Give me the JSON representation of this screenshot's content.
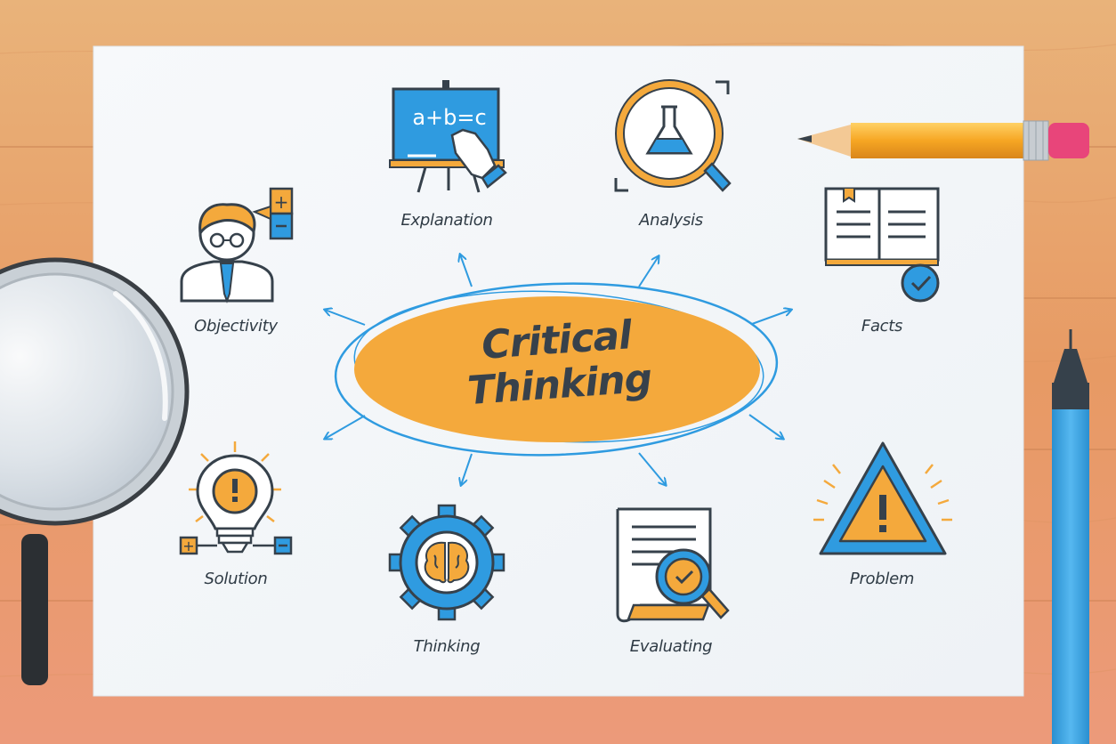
{
  "diagram": {
    "center": {
      "line1": "Critical",
      "line2": "Thinking"
    },
    "nodes": [
      {
        "key": "explanation",
        "label": "Explanation"
      },
      {
        "key": "analysis",
        "label": "Analysis"
      },
      {
        "key": "objectivity",
        "label": "Objectivity"
      },
      {
        "key": "facts",
        "label": "Facts"
      },
      {
        "key": "solution",
        "label": "Solution"
      },
      {
        "key": "problem",
        "label": "Problem"
      },
      {
        "key": "thinking",
        "label": "Thinking"
      },
      {
        "key": "evaluating",
        "label": "Evaluating"
      }
    ],
    "board_text": "a+b=c"
  },
  "colors": {
    "accent_orange": "#f4a93c",
    "accent_blue": "#2f9be0",
    "outline": "#36414b",
    "paper": "#f4f7fa",
    "wood": "#e79a64"
  }
}
